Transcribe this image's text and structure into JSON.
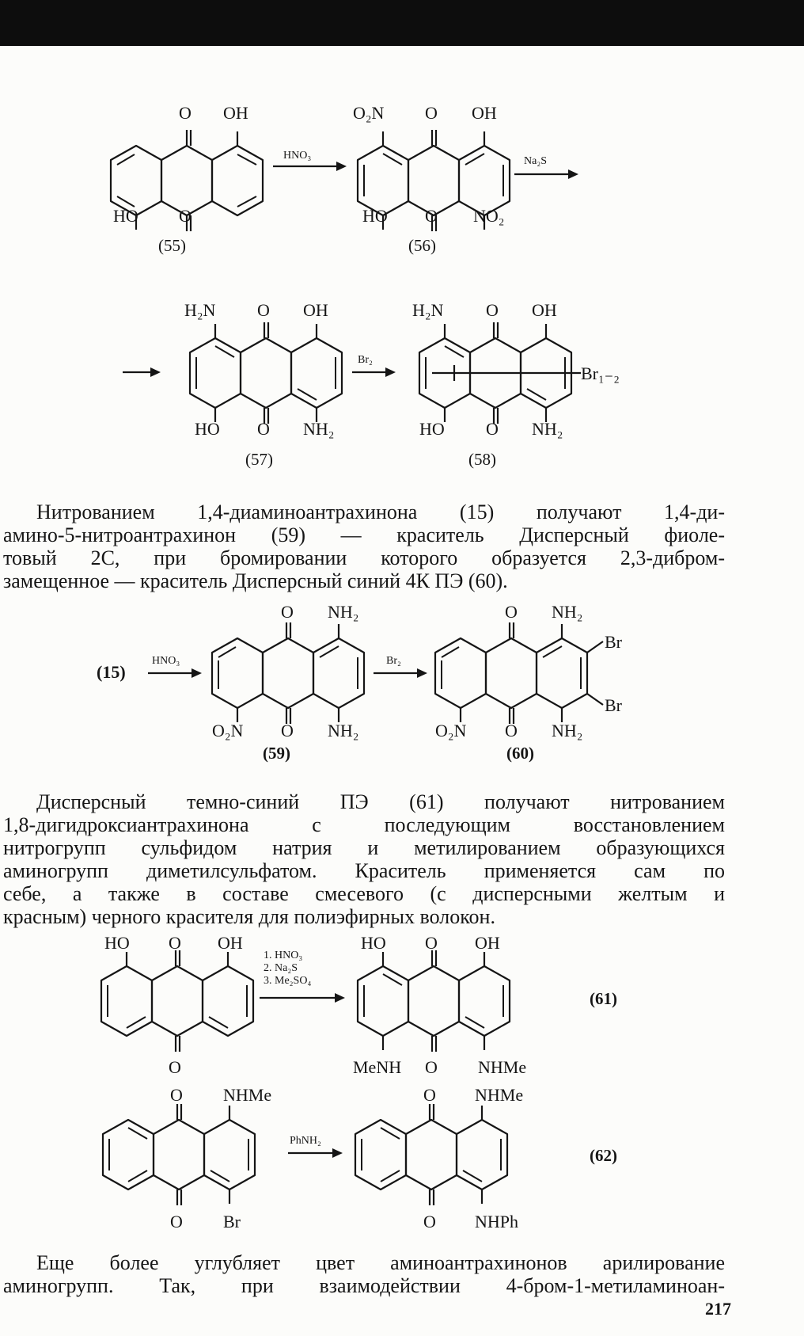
{
  "page": {
    "number": "217"
  },
  "scheme1": {
    "c55": {
      "number": "(55)",
      "top": [
        "O",
        "OH"
      ],
      "bottom": [
        "HO",
        "O"
      ]
    },
    "arrow1": "HNO₃",
    "c56": {
      "number": "(56)",
      "top": [
        "O₂N",
        "O",
        "OH"
      ],
      "bottom": [
        "HO",
        "O",
        "NO₂"
      ]
    },
    "arrow2": "Na₂S"
  },
  "scheme2": {
    "c57": {
      "number": "(57)",
      "top": [
        "H₂N",
        "O",
        "OH"
      ],
      "bottom": [
        "HO",
        "O",
        "NH₂"
      ]
    },
    "arrow": "Br₂",
    "c58": {
      "number": "(58)",
      "top": [
        "H₂N",
        "O",
        "OH"
      ],
      "bottom": [
        "HO",
        "O",
        "NH₂"
      ],
      "substituent": "Br₁₋₂"
    }
  },
  "paragraph1": [
    "Нитрованием 1,4-диаминоантрахинона (15) получают 1,4-ди-",
    "амино-5-нитроантрахинон (59) — краситель Дисперсный фиоле-",
    "товый 2С, при бромировании которого образуется 2,3-дибром-",
    "замещенное — краситель Дисперсный синий 4К ПЭ (60)."
  ],
  "scheme3": {
    "start": "(15)",
    "arrow1": "HNO₃",
    "c59": {
      "number": "(59)",
      "top": [
        "O",
        "NH₂"
      ],
      "bottom": [
        "O₂N",
        "O",
        "NH₂"
      ]
    },
    "arrow2": "Br₂",
    "c60": {
      "number": "(60)",
      "top": [
        "O",
        "NH₂"
      ],
      "bottom": [
        "O₂N",
        "O",
        "NH₂"
      ],
      "br1": "Br",
      "br2": "Br"
    }
  },
  "paragraph2": [
    "Дисперсный темно-синий ПЭ (61) получают нитрованием",
    "1,8-дигидроксиантрахинона с последующим восстановлением",
    "нитрогрупп сульфидом натрия и метилированием образующихся",
    "аминогрупп диметилсульфатом. Краситель применяется сам по",
    "себе, а также в составе смесевого (с дисперсными желтым и",
    "красным) черного красителя для полиэфирных волокон."
  ],
  "scheme4": {
    "reactant": {
      "top": [
        "HO",
        "O",
        "OH"
      ],
      "bottom": [
        "O"
      ]
    },
    "conditions": [
      "1. HNO₃",
      "2. Na₂S",
      "3. Me₂SO₄"
    ],
    "c61": {
      "number": "(61)",
      "top": [
        "HO",
        "O",
        "OH"
      ],
      "bottom": [
        "MeNH",
        "O",
        "NHMe"
      ]
    }
  },
  "scheme5": {
    "reactant": {
      "top": [
        "O",
        "NHMe"
      ],
      "bottom": [
        "O",
        "Br"
      ]
    },
    "arrow": "PhNH₂",
    "c62": {
      "number": "(62)",
      "top": [
        "O",
        "NHMe"
      ],
      "bottom": [
        "O",
        "NHPh"
      ]
    }
  },
  "paragraph3": [
    "Еще более углубляет цвет аминоантрахинонов арилирование",
    "аминогрупп. Так, при взаимодействии 4-бром-1-метиламиноан-"
  ]
}
